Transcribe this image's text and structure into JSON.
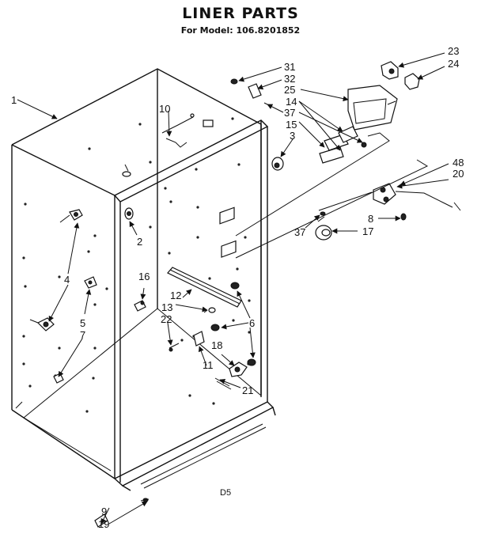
{
  "header": {
    "title": "LINER PARTS",
    "model_line": "For Model: 106.8201852"
  },
  "footer": {
    "code": "D5"
  },
  "callouts": [
    {
      "id": "1",
      "text": "1"
    },
    {
      "id": "2",
      "text": "2"
    },
    {
      "id": "3",
      "text": "3"
    },
    {
      "id": "4",
      "text": "4"
    },
    {
      "id": "5",
      "text": "5"
    },
    {
      "id": "6",
      "text": "6"
    },
    {
      "id": "7",
      "text": "7"
    },
    {
      "id": "8",
      "text": "8"
    },
    {
      "id": "9",
      "text": "9"
    },
    {
      "id": "10",
      "text": "10"
    },
    {
      "id": "11",
      "text": "11"
    },
    {
      "id": "12",
      "text": "12"
    },
    {
      "id": "13",
      "text": "13"
    },
    {
      "id": "14",
      "text": "14"
    },
    {
      "id": "15",
      "text": "15"
    },
    {
      "id": "16",
      "text": "16"
    },
    {
      "id": "17",
      "text": "17"
    },
    {
      "id": "18",
      "text": "18"
    },
    {
      "id": "19",
      "text": "19"
    },
    {
      "id": "20",
      "text": "20"
    },
    {
      "id": "21",
      "text": "21"
    },
    {
      "id": "22",
      "text": "22"
    },
    {
      "id": "23",
      "text": "23"
    },
    {
      "id": "24",
      "text": "24"
    },
    {
      "id": "25",
      "text": "25"
    },
    {
      "id": "31",
      "text": "31"
    },
    {
      "id": "32",
      "text": "32"
    },
    {
      "id": "37a",
      "text": "37"
    },
    {
      "id": "37b",
      "text": "37"
    },
    {
      "id": "48",
      "text": "48"
    }
  ]
}
